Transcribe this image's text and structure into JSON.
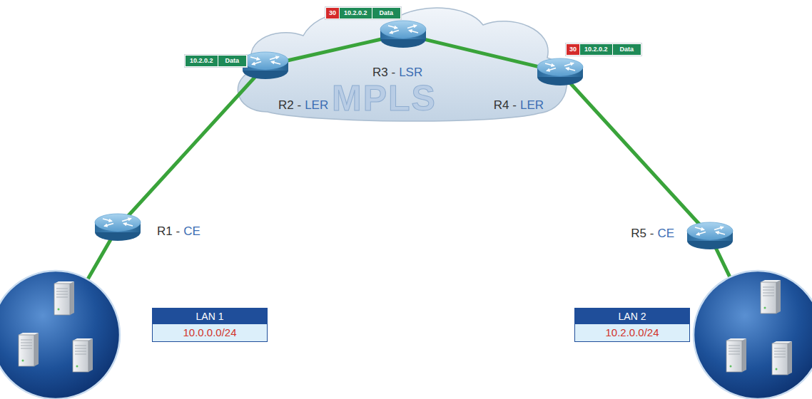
{
  "diagram": {
    "nodes": [
      {
        "text": [
          "MPLS"
        ]
      },
      {
        "text": [
          "R2 -",
          "LER"
        ]
      },
      {
        "text": [
          "R3 -",
          "LSR"
        ],
        "in": 0
      },
      {
        "text": [
          "R4 -",
          "LER"
        ]
      },
      {
        "text": [
          "R1 -",
          "CE"
        ]
      },
      {
        "text": [
          "R5 -",
          "CE"
        ]
      },
      {
        "text": [
          "LAN 1",
          "10.0.0.0/24"
        ]
      },
      {
        "text": [
          "LAN 2",
          "10.2.0.0/24"
        ]
      }
    ],
    "edges": [
      {
        "from": 6,
        "to": 4,
        "arrow": "none"
      },
      {
        "from": 4,
        "to": 1,
        "arrow": "none"
      },
      {
        "from": 1,
        "to": 2,
        "arrow": "none"
      },
      {
        "from": 2,
        "to": 3,
        "arrow": "none"
      },
      {
        "from": 3,
        "to": 5,
        "arrow": "none"
      },
      {
        "from": 5,
        "to": 7,
        "arrow": "none"
      }
    ],
    "labels": [
      "30",
      "10.2.0.2",
      "Data",
      "10.2.0.2",
      "Data",
      "30",
      "10.2.0.2",
      "Data"
    ]
  }
}
